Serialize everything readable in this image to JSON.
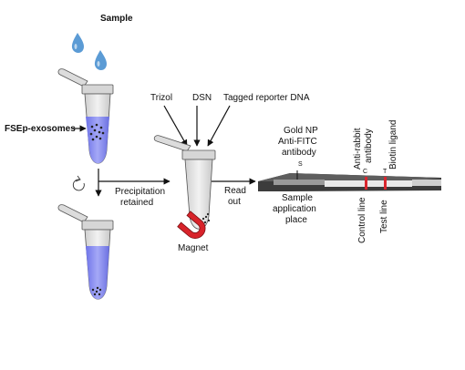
{
  "labels": {
    "sample": "Sample",
    "fsep": "FSEp-exosomes",
    "precip_1": "Precipitation",
    "precip_2": "retained",
    "magnet": "Magnet",
    "trizol": "Trizol",
    "dsn": "DSN",
    "tagged": "Tagged reporter DNA",
    "read_1": "Read",
    "read_2": "out",
    "gold_1": "Gold NP",
    "gold_2": "Anti-FITC",
    "gold_3": "antibody",
    "s_mark": "S",
    "c_mark": "C",
    "t_mark": "T",
    "sample_app_1": "Sample",
    "sample_app_2": "application",
    "sample_app_3": "place",
    "anti_rabbit_1": "Anti-rabbit",
    "anti_rabbit_2": "antibody",
    "biotin": "Biotin ligand",
    "control_line": "Control line",
    "test_line": "Test line"
  },
  "colors": {
    "drop": "#5b9bd5",
    "liquid": "#8a8ef2",
    "tube": "#e6e6e6",
    "strip_line": "#d9262e",
    "magnet": "#d8232a"
  },
  "icons": [
    "water-drop-icon",
    "microtube-icon",
    "magnet-icon",
    "rotate-icon",
    "arrow-icon",
    "lateral-flow-strip-icon"
  ]
}
